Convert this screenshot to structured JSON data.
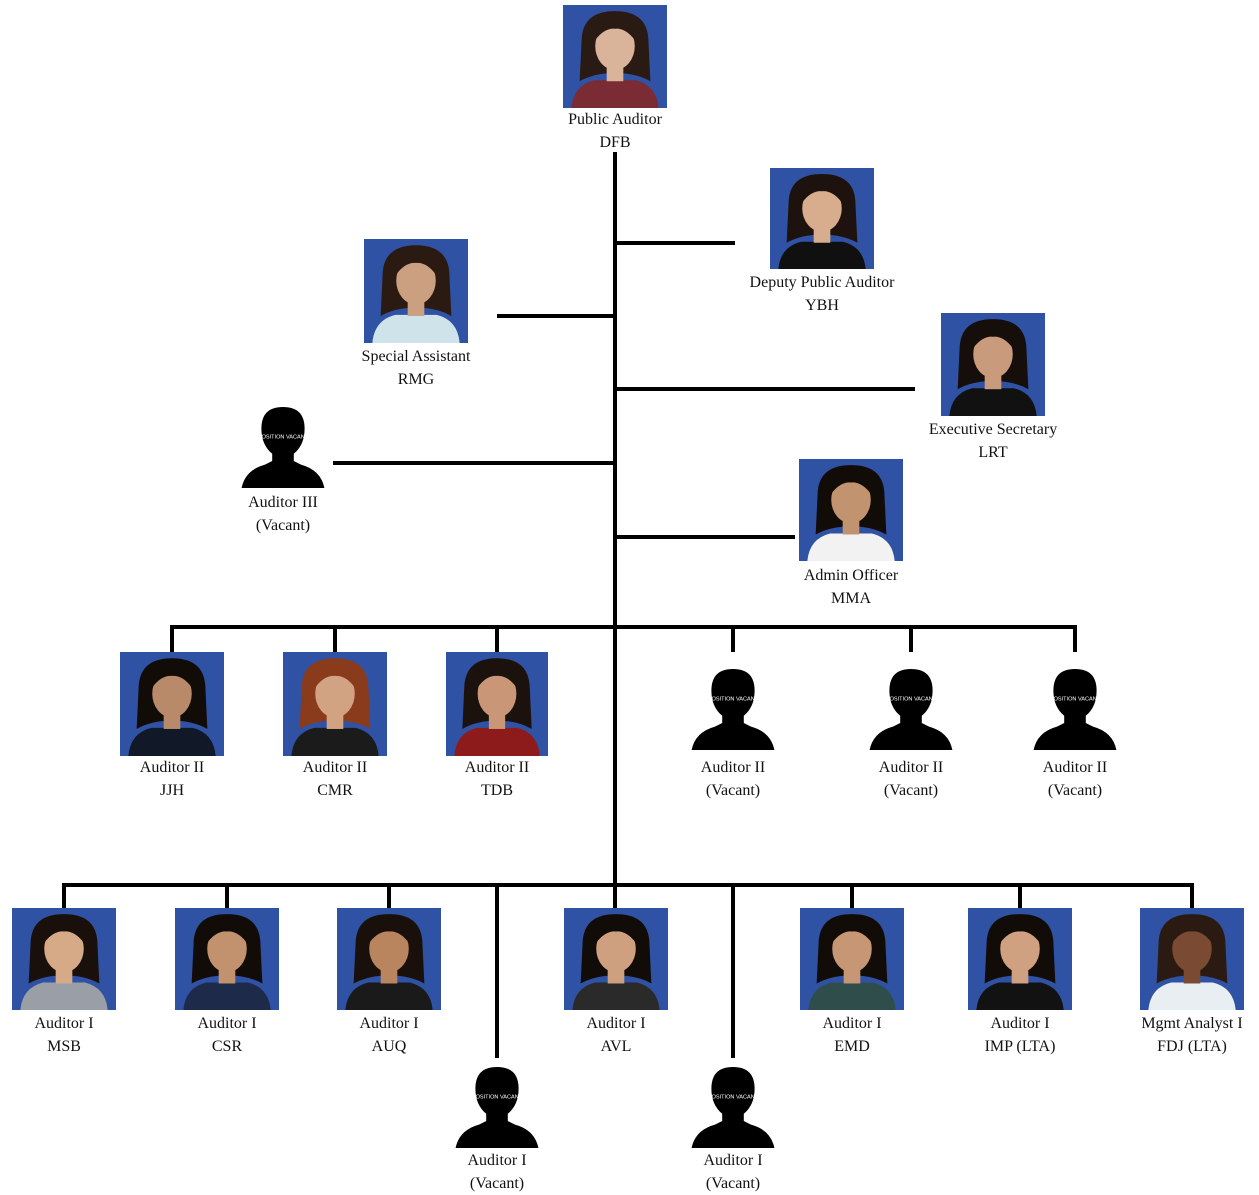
{
  "colors": {
    "line": "#000000",
    "photo_background": "#2f52a4",
    "silhouette": "#000000"
  },
  "vacant_badge": "POSITION VACANT",
  "positions": [
    {
      "id": "dfb",
      "title": "Public Auditor",
      "name": "DFB",
      "vacant": false,
      "skin": "#d9b49a",
      "hair": "#2a1a14",
      "shirt": "#7b2b33"
    },
    {
      "id": "ybh",
      "title": "Deputy Public Auditor",
      "name": "YBH",
      "vacant": false,
      "skin": "#d8ad8e",
      "hair": "#1d120d",
      "shirt": "#101010"
    },
    {
      "id": "rmg",
      "title": "Special Assistant",
      "name": "RMG",
      "vacant": false,
      "skin": "#caa081",
      "hair": "#2b1a12",
      "shirt": "#cfe3ea"
    },
    {
      "id": "lrt",
      "title": "Executive Secretary",
      "name": "LRT",
      "vacant": false,
      "skin": "#c99a7b",
      "hair": "#150e0b",
      "shirt": "#111111"
    },
    {
      "id": "aud3",
      "title": "Auditor III",
      "name": "(Vacant)",
      "vacant": true
    },
    {
      "id": "mma",
      "title": "Admin Officer",
      "name": "MMA",
      "vacant": false,
      "skin": "#c2936f",
      "hair": "#120c09",
      "shirt": "#f2f2f2"
    },
    {
      "id": "jjh",
      "title": "Auditor II",
      "name": "JJH",
      "vacant": false,
      "skin": "#b98a69",
      "hair": "#120c09",
      "shirt": "#111827"
    },
    {
      "id": "cmr",
      "title": "Auditor II",
      "name": "CMR",
      "vacant": false,
      "skin": "#d1a383",
      "hair": "#8a3b1c",
      "shirt": "#1b1b1b"
    },
    {
      "id": "tdb",
      "title": "Auditor II",
      "name": "TDB",
      "vacant": false,
      "skin": "#c99677",
      "hair": "#1c120d",
      "shirt": "#8e1b1b"
    },
    {
      "id": "aud2v1",
      "title": "Auditor II",
      "name": "(Vacant)",
      "vacant": true
    },
    {
      "id": "aud2v2",
      "title": "Auditor II",
      "name": "(Vacant)",
      "vacant": true
    },
    {
      "id": "aud2v3",
      "title": "Auditor II",
      "name": "(Vacant)",
      "vacant": true
    },
    {
      "id": "msb",
      "title": "Auditor I",
      "name": "MSB",
      "vacant": false,
      "skin": "#d6a987",
      "hair": "#1a100b",
      "shirt": "#9a9ea6"
    },
    {
      "id": "csr",
      "title": "Auditor I",
      "name": "CSR",
      "vacant": false,
      "skin": "#c2926f",
      "hair": "#120c09",
      "shirt": "#1d2a4a"
    },
    {
      "id": "auq",
      "title": "Auditor I",
      "name": "AUQ",
      "vacant": false,
      "skin": "#b9855f",
      "hair": "#1a100b",
      "shirt": "#1a1a1a"
    },
    {
      "id": "aud1v1",
      "title": "Auditor I",
      "name": "(Vacant)",
      "vacant": true
    },
    {
      "id": "avl",
      "title": "Auditor I",
      "name": "AVL",
      "vacant": false,
      "skin": "#cfa080",
      "hair": "#120c09",
      "shirt": "#2a2a2a"
    },
    {
      "id": "aud1v2",
      "title": "Auditor I",
      "name": "(Vacant)",
      "vacant": true
    },
    {
      "id": "emd",
      "title": "Auditor I",
      "name": "EMD",
      "vacant": false,
      "skin": "#c79675",
      "hair": "#120c09",
      "shirt": "#2f4d4a"
    },
    {
      "id": "imp",
      "title": "Auditor I",
      "name": "IMP (LTA)",
      "vacant": false,
      "skin": "#cfa181",
      "hair": "#120c09",
      "shirt": "#121212"
    },
    {
      "id": "fdj",
      "title": "Mgmt Analyst I",
      "name": "FDJ (LTA)",
      "vacant": false,
      "skin": "#7a4a32",
      "hair": "#2a1a12",
      "shirt": "#e8eef2"
    }
  ]
}
